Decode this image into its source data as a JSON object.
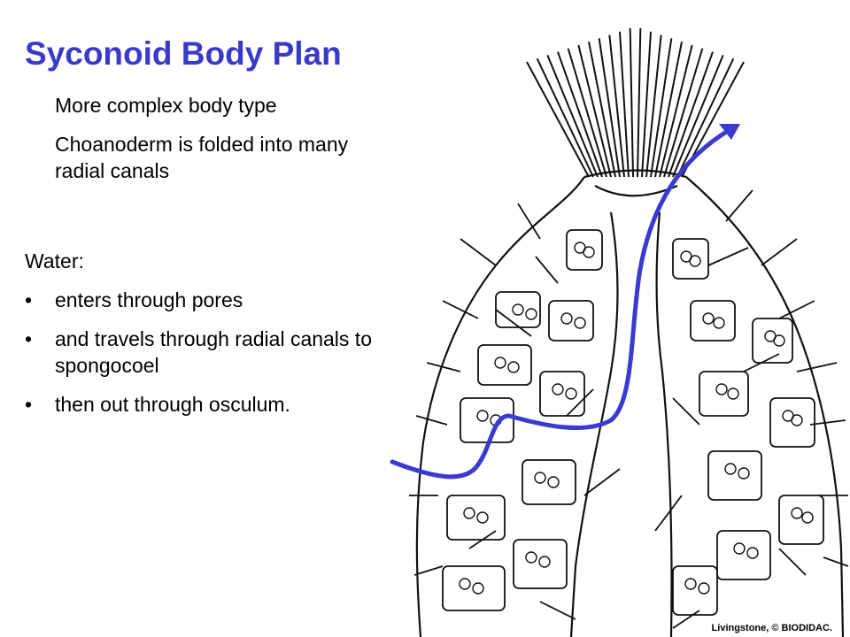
{
  "slide": {
    "title": "Syconoid Body Plan",
    "points": [
      "More complex body type",
      "Choanoderm is folded into many radial canals"
    ],
    "water_heading": "Water:",
    "bullet_char": "•",
    "bullets": [
      "enters through pores",
      "and travels through radial canals to spongocoel",
      "then out through osculum."
    ],
    "credit": "Livingstone, © BIODIDAC."
  },
  "colors": {
    "title": "#3a3ac8",
    "flow_arrow": "#3a3ad0",
    "line_art": "#111111"
  }
}
